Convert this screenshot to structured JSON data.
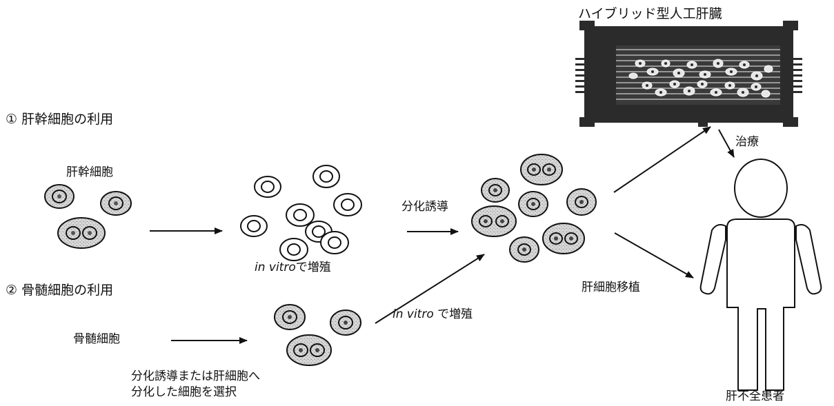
{
  "title_device": "ハイブリッド型人工肝臓",
  "section1_title": "① 肝幹細胞の利用",
  "section2_title": "② 骨髄細胞の利用",
  "label_stem_cells": "肝幹細胞",
  "label_bone_marrow": "骨髄細胞",
  "label_in_vitro_1": {
    "italic": "in vitro",
    "rest": "で増殖"
  },
  "label_in_vitro_2": {
    "italic": "in vitro",
    "rest": " で増殖"
  },
  "label_differentiation": "分化誘導",
  "label_selection_line1": "分化誘導または肝細胞へ",
  "label_selection_line2": "分化した細胞を選択",
  "label_treatment": "治療",
  "label_transplant": "肝細胞移植",
  "label_patient": "肝不全患者",
  "colors": {
    "ink": "#111111",
    "stipple": "#bdbdbd",
    "device": "#2a2a2a",
    "background": "#ffffff"
  }
}
